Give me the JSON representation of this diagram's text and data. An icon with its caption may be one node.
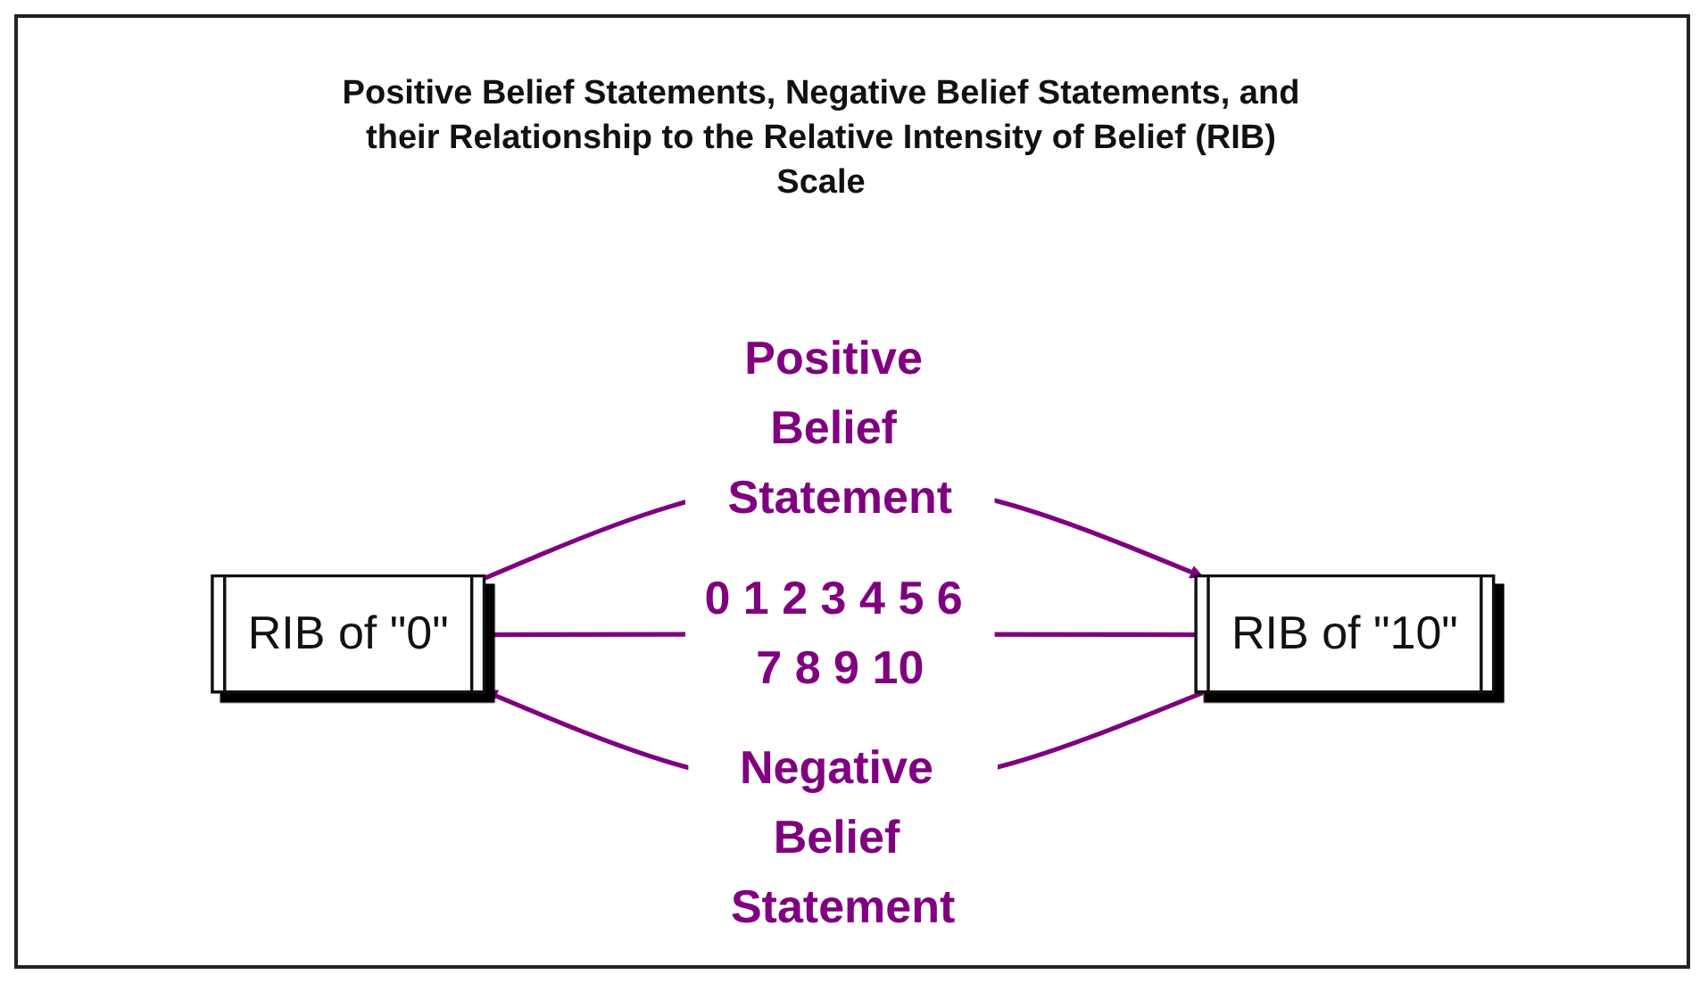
{
  "diagram": {
    "title": "Positive Belief Statements, Negative Belief Statements, and their Relationship to the Relative Intensity of Belief (RIB) Scale",
    "nodes": [
      {
        "text": [
          "RIB of \"0\""
        ]
      },
      {
        "text": [
          "RIB of \"10\""
        ]
      }
    ],
    "edges": [
      {
        "from": 0,
        "to": 1,
        "arrow": "to",
        "label": "Positive Belief Statement"
      },
      {
        "from": 0,
        "to": 1,
        "arrow": "none",
        "label": "0 1 2 3 4 5 6 7 8 9 10"
      },
      {
        "from": 1,
        "to": 0,
        "arrow": "to",
        "label": "Negative Belief Statement"
      }
    ]
  }
}
